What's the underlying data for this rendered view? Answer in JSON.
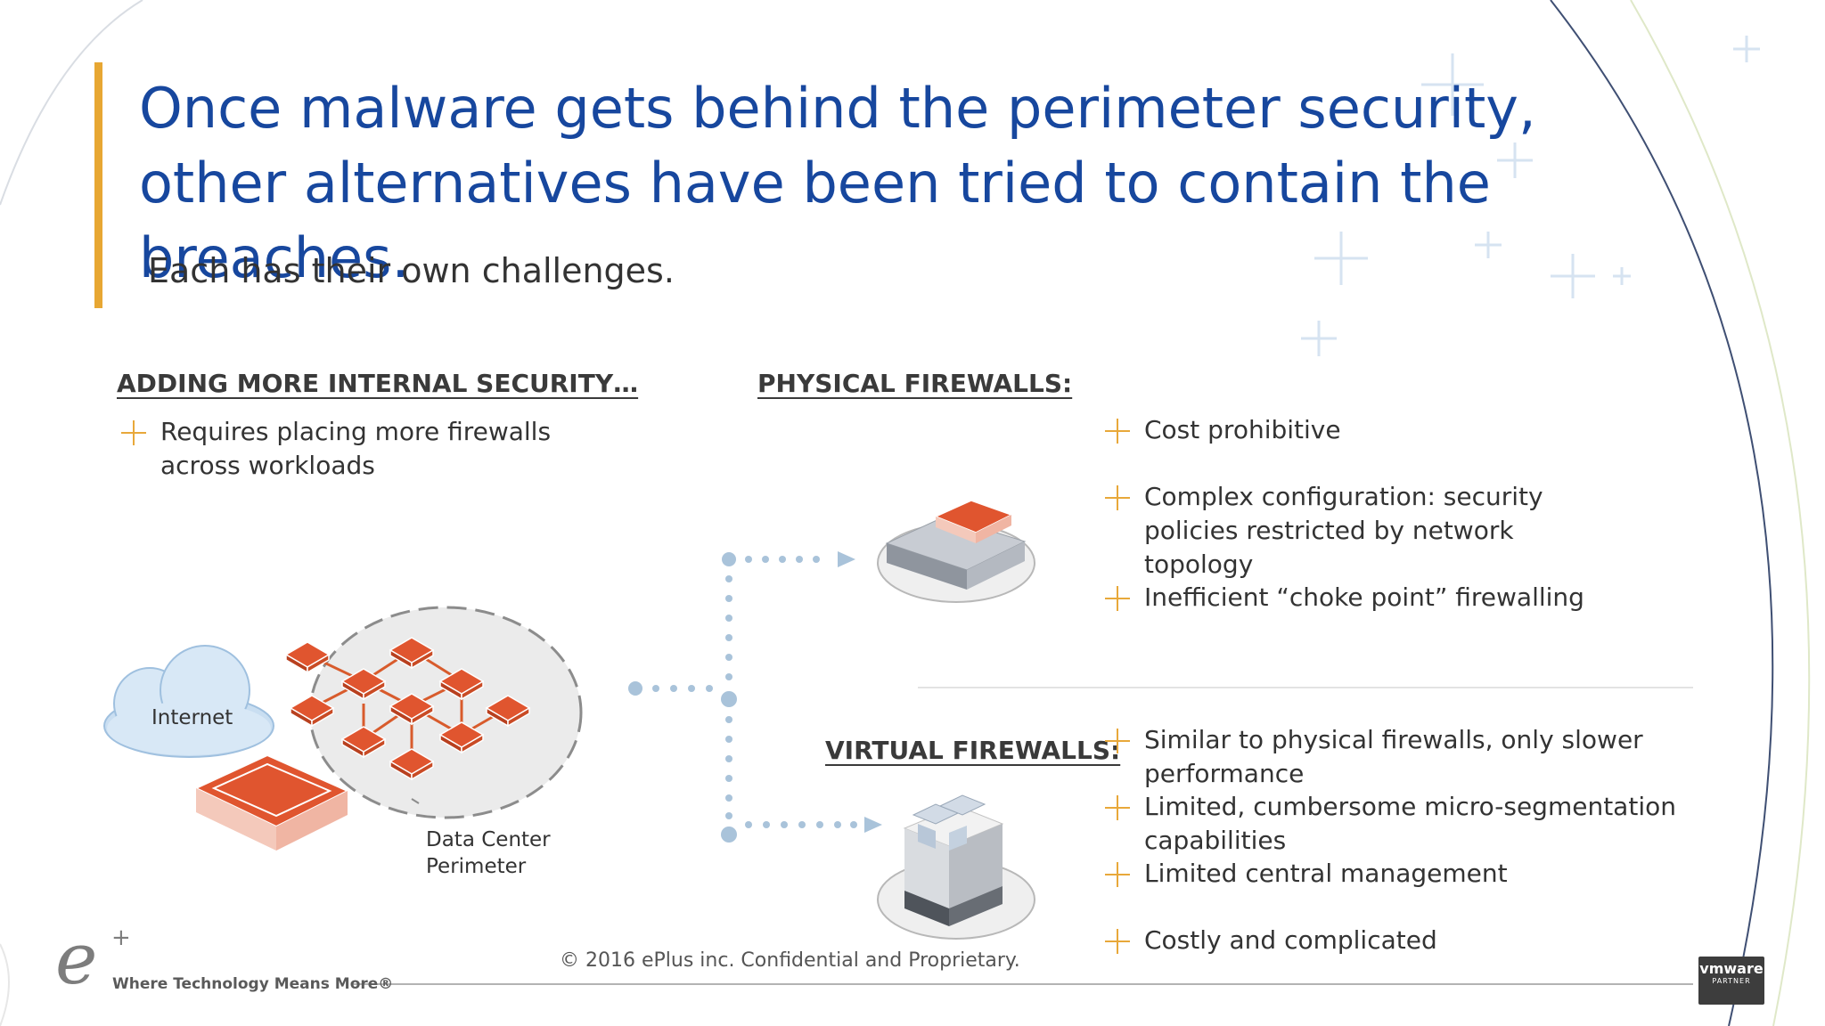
{
  "slide": {
    "title": "Once malware gets behind the perimeter security, other alternatives have been tried to contain the breaches.",
    "subtitle": "Each has their own challenges."
  },
  "left": {
    "heading": "ADDING MORE INTERNAL SECURITY…",
    "bullets": [
      "Requires placing more firewalls across workloads"
    ],
    "internet_label": "Internet",
    "perimeter_label_line1": "Data Center",
    "perimeter_label_line2": "Perimeter"
  },
  "physical": {
    "heading": "PHYSICAL FIREWALLS:",
    "bullets": [
      "Cost prohibitive",
      "Complex configuration: security policies restricted by network topology",
      "Inefficient “choke point” firewalling"
    ]
  },
  "virtual": {
    "heading": "VIRTUAL FIREWALLS:",
    "bullets": [
      "Similar to physical firewalls, only slower performance",
      "Limited, cumbersome micro-segmentation capabilities",
      "Limited central management",
      "Costly and complicated"
    ]
  },
  "footer": {
    "copyright": "© 2016 ePlus inc. Confidential and Proprietary.",
    "logo_letter": "e",
    "logo_plus": "+",
    "tagline": "Where Technology Means More®",
    "badge_brand": "vmware",
    "badge_text": "PARTNER"
  },
  "colors": {
    "title": "#17479e",
    "accent": "#e7a733",
    "firewall": "#e0552f"
  }
}
